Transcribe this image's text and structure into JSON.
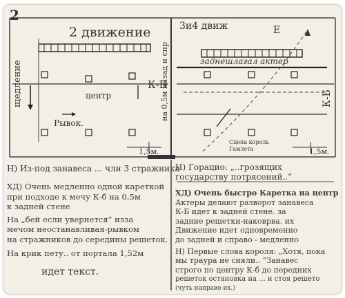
{
  "page_number": "2",
  "left_panel": {
    "title": "2 движение",
    "vertical_label": "щедление",
    "center_label": "центр",
    "rivok_label": "Рывок.",
    "kb_label": "К-Б",
    "distance_label": "1,5м.",
    "vertical_note": "на 0,5м назад и спр"
  },
  "right_panel": {
    "title": "3и4 движ",
    "e_label": "Е",
    "act_label": "заднешлагал актер",
    "kb_label": "К-Б",
    "scene_caption": "Сцена король Гамлета",
    "distance_label": "1,5м."
  },
  "left_text": {
    "heading": "Н) Из-под занавеса ... чли 3 стражника",
    "lines": [
      "ХД) Очень медленно одной кареткой",
      "при подходе к мечу К-б на 0,5м",
      "к задней стене",
      "На „бей если увернется“ изза",
      "мечом неостанавливая-рывком",
      "на стражников до середины решеток.",
      "На крик пету.. от портала 1,52м",
      "идет текст."
    ]
  },
  "right_text": {
    "heading": "Н) Горацио: „..грозящих государству потрясений..“",
    "lines": [
      "ХД) Очень быстро Каретка на центр",
      "Актеры делают разворот занавеса",
      "К-Б идет к задней стене. за",
      "задние решетки-наковрва. их",
      "Движение идет одновременно",
      "до задней и справо - медленно",
      "Н) Первые слова короля: „Хотя, пока",
      "мы траура не сняли.. “Занавес",
      "строго по центру К-б до передних",
      "решеток остановка на ... и стоя решето",
      "(чуть направо их.)"
    ]
  }
}
